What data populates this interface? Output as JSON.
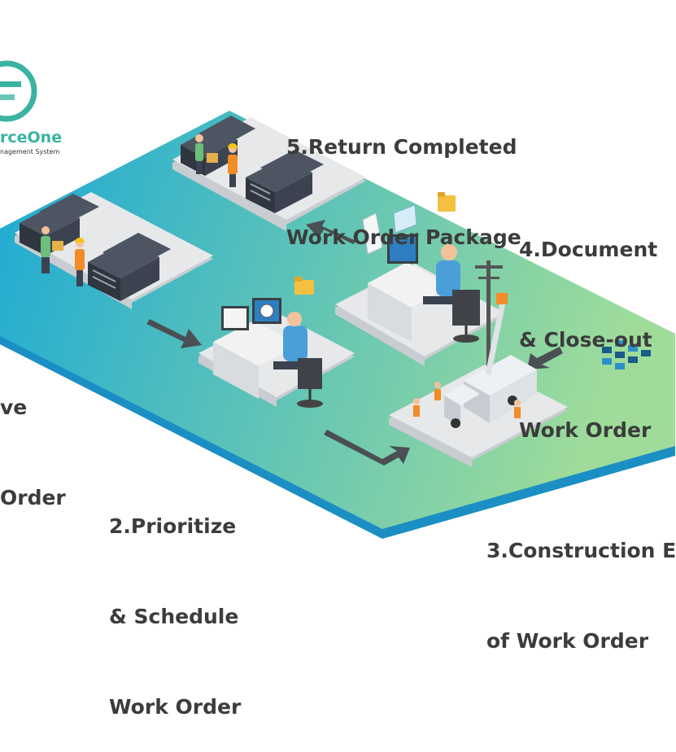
{
  "logo": {
    "name": "rceOne",
    "subtitle": "nagement System",
    "colors": {
      "primary": "#3bb3a3",
      "secondary": "#6cc6b7"
    }
  },
  "steps": [
    {
      "id": "receive",
      "lines": [
        "ve",
        "Order"
      ]
    },
    {
      "id": "prioritize",
      "lines": [
        "2.Prioritize",
        "& Schedule",
        "Work Order"
      ]
    },
    {
      "id": "construction",
      "lines": [
        "3.Construction E",
        "of Work Order"
      ]
    },
    {
      "id": "document",
      "lines": [
        "4.Document",
        "& Close-out",
        "Work Order"
      ]
    },
    {
      "id": "return",
      "lines": [
        "5.Return Completed",
        "Work Order Package"
      ]
    }
  ],
  "colors": {
    "platform_start": "#1aa9d6",
    "platform_end": "#9fdc9a",
    "platform_edge": "#1b8fc4",
    "tile": "#e6e8ea",
    "tile_side": "#c9cdd1",
    "arrow": "#4a4f54",
    "label": "#3c3c3c",
    "desk": "#f2f2f2",
    "shirt": "#4a9fd8",
    "vest": "#f28c28",
    "hardhat": "#f5c518",
    "folder": "#f5c040",
    "screen": "#2d7fc1",
    "building": "#3b4350",
    "truck": "#eef1f4"
  },
  "icons": [
    "logo-mark-icon",
    "folder-icon",
    "document-icon",
    "window-icon",
    "grid-logo-icon"
  ]
}
